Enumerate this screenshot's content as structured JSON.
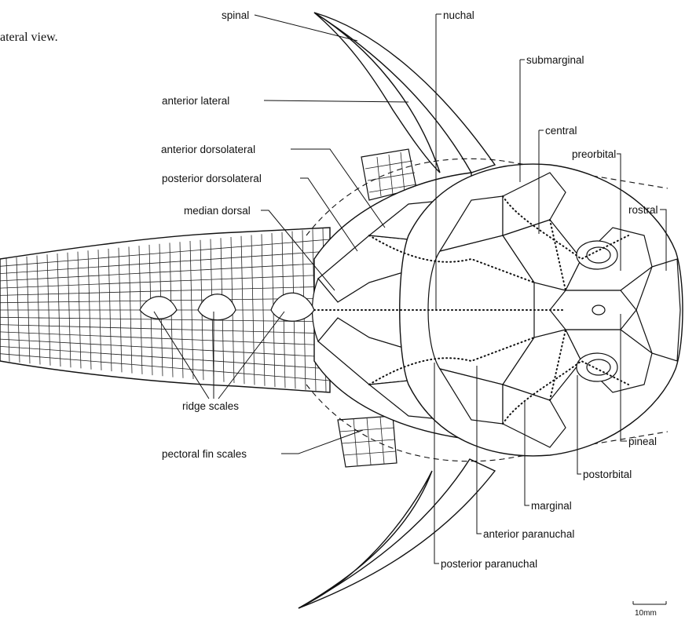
{
  "caption_fragment": "ateral view.",
  "labels": {
    "spinal": "spinal",
    "nuchal": "nuchal",
    "submarginal": "submarginal",
    "anterior_lateral": "anterior lateral",
    "central": "central",
    "anterior_dorsolateral": "anterior dorsolateral",
    "preorbital": "preorbital",
    "posterior_dorsolateral": "posterior dorsolateral",
    "median_dorsal": "median dorsal",
    "rostral": "rostral",
    "ridge_scales": "ridge scales",
    "pineal": "pineal",
    "pectoral_fin_scales": "pectoral fin scales",
    "postorbital": "postorbital",
    "marginal": "marginal",
    "anterior_paranuchal": "anterior paranuchal",
    "posterior_paranuchal": "posterior paranuchal"
  },
  "scale_bar": "10mm"
}
